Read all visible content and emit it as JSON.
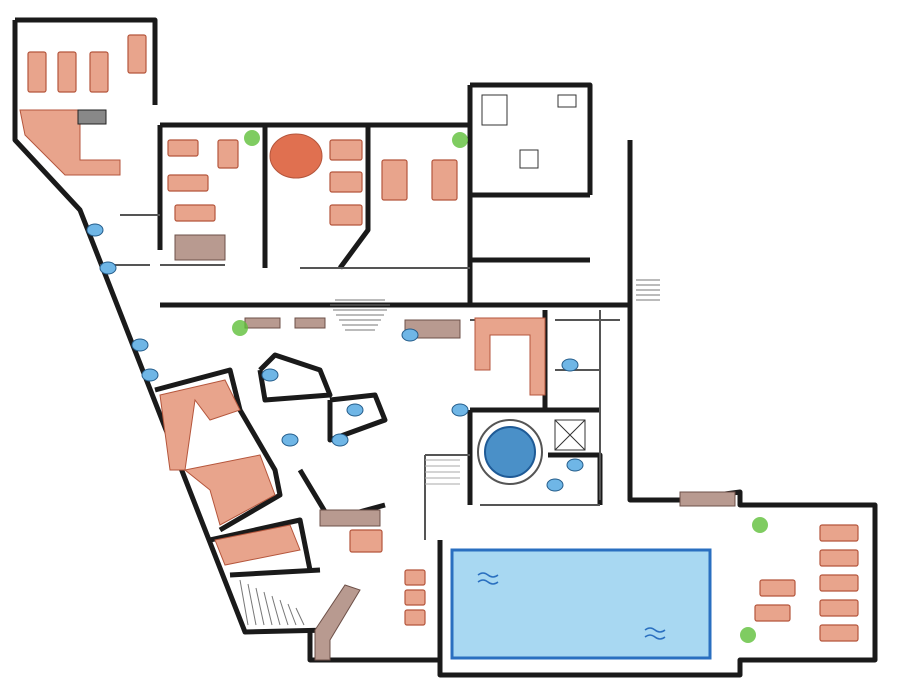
{
  "plan": {
    "colors": {
      "wall": "#1a1a1a",
      "thin_wall": "#555555",
      "furniture": "#e8a48c",
      "furniture_stroke": "#b5563c",
      "wood": "#b89a90",
      "pool_fill": "#a8d8f2",
      "pool_stroke": "#2a6fc0",
      "sanitary": "#6fb6e6",
      "plant": "#5fbf3a",
      "floor": "#ffffff"
    },
    "icons": [
      "sun-lounger",
      "sauna-bench",
      "toilet",
      "shower",
      "jacuzzi",
      "swimming-pool",
      "plant",
      "stairs",
      "gym-equipment"
    ]
  }
}
